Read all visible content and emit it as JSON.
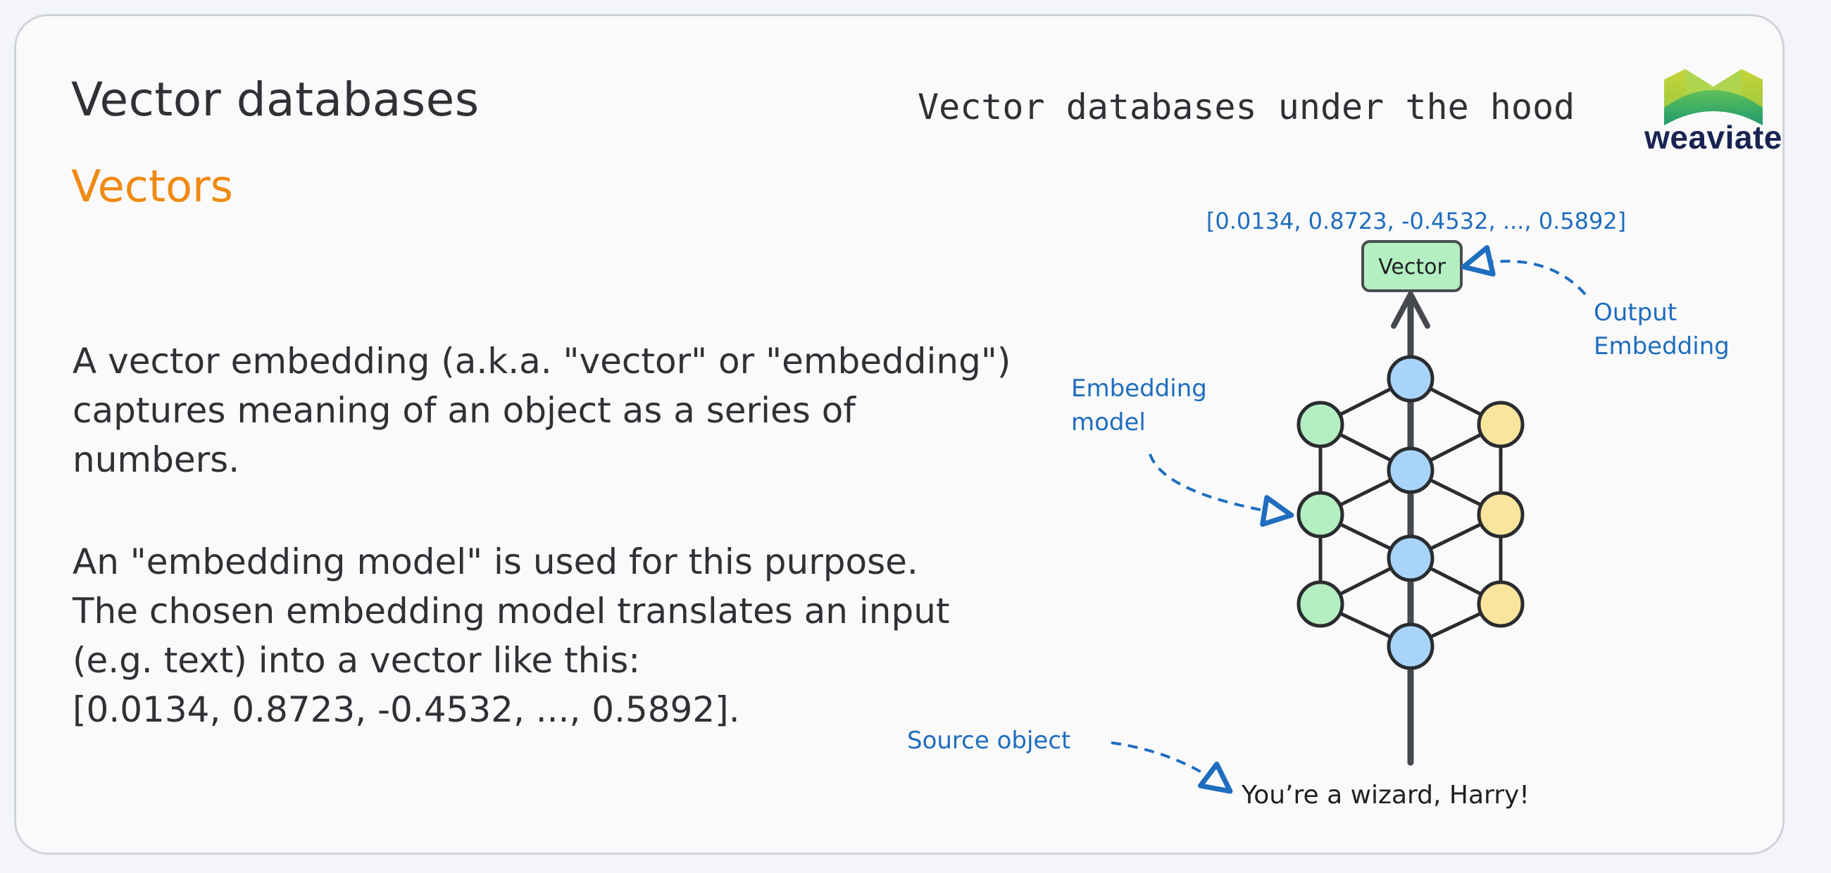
{
  "page": {
    "title": "Vector databases",
    "section": "Vectors",
    "header_title": "Vector databases under the hood"
  },
  "logo": {
    "name": "weaviate-logo-icon",
    "word": "weaviate"
  },
  "text": {
    "para1": [
      "A vector embedding (a.k.a. \"vector\" or \"embedding\")",
      "captures meaning of an object as a series of",
      "numbers."
    ],
    "para2": [
      "An \"embedding model\" is used for this purpose.",
      "The chosen embedding model translates an input",
      "(e.g. text) into a vector like this:",
      "[0.0134, 0.8723, -0.4532, ..., 0.5892]."
    ]
  },
  "diagram": {
    "vector_values": "[0.0134, 0.8723, -0.4532, ..., 0.5892]",
    "vector_box_label": "Vector",
    "output_label_1": "Output",
    "output_label_2": "Embedding",
    "model_label_1": "Embedding",
    "model_label_2": "model",
    "source_label": "Source object",
    "source_text": "You’re a wizard, Harry!"
  },
  "colors": {
    "accent_orange": "#ef8a12",
    "label_blue": "#1f6dbf",
    "node_green": "#b3efc1",
    "node_blue": "#a8d4fb",
    "node_yellow": "#fbe59c",
    "text_dark": "#2f3136"
  }
}
